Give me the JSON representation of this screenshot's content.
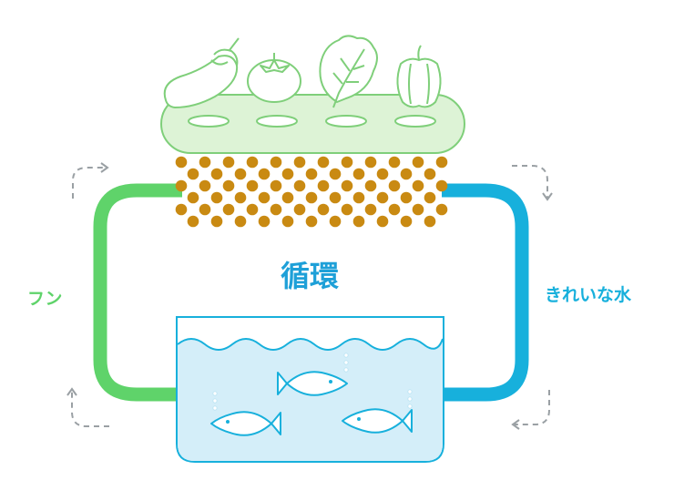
{
  "labels": {
    "center": "循環",
    "left": "フン",
    "right": "きれいな水"
  },
  "colors": {
    "green": "#5fd36a",
    "blue": "#17b0dc",
    "center_text": "#1ea0d8",
    "grow_bed_fill": "#ddf3d6",
    "grow_bed_stroke": "#7fcf7a",
    "media_dot": "#c98a12",
    "water_fill": "#d4eef9",
    "arrow_gray": "#9aa0a4"
  },
  "icons": {
    "vegetables": [
      "eggplant-icon",
      "tomato-icon",
      "leafy-green-icon",
      "bell-pepper-icon"
    ],
    "fish": [
      "fish-icon",
      "fish-icon",
      "fish-icon"
    ]
  }
}
